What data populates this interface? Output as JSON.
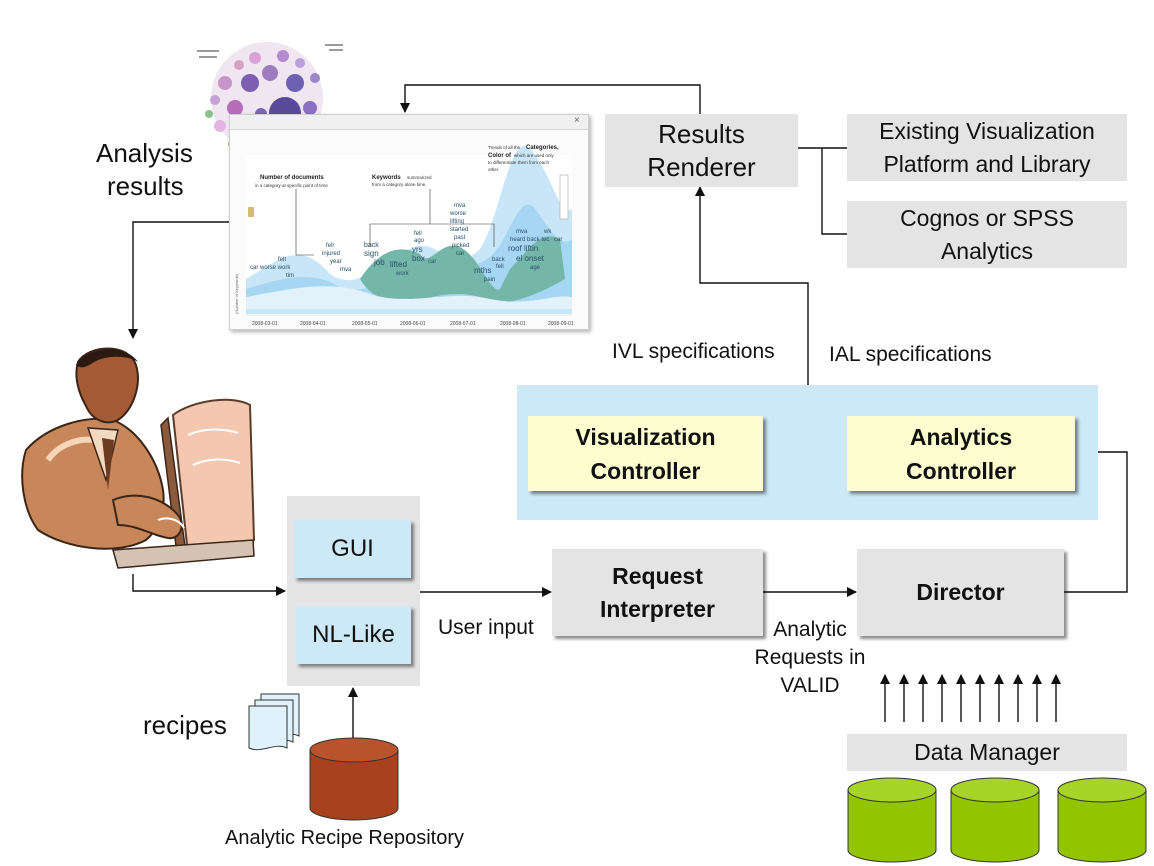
{
  "labels": {
    "analysis_results_1": "Analysis",
    "analysis_results_2": "results",
    "ivl_spec": "IVL specifications",
    "ial_spec": "IAL specifications",
    "user_input": "User input",
    "analytic_requests_1": "Analytic",
    "analytic_requests_2": "Requests in",
    "analytic_requests_3": "VALID",
    "recipes": "recipes",
    "repository": "Analytic Recipe Repository"
  },
  "boxes": {
    "results_renderer_1": "Results",
    "results_renderer_2": "Renderer",
    "existing_vis_1": "Existing Visualization",
    "existing_vis_2": "Platform and Library",
    "cognos_1": "Cognos or SPSS",
    "cognos_2": "Analytics",
    "vis_controller_1": "Visualization",
    "vis_controller_2": "Controller",
    "analytics_controller_1": "Analytics",
    "analytics_controller_2": "Controller",
    "gui": "GUI",
    "nl_like": "NL-Like",
    "request_interpreter_1": "Request",
    "request_interpreter_2": "Interpreter",
    "director": "Director",
    "data_manager": "Data Manager"
  },
  "screenshot": {
    "annotation_docs_1": "Number of documents",
    "annotation_docs_2": "in a category at specific point of time",
    "annotation_keywords_1": "Keywords",
    "annotation_keywords_2": "summarized",
    "annotation_keywords_3": "from a category alone time.",
    "annotation_trends_1": "Trends of all the",
    "annotation_trends_2": "Categories,",
    "annotation_trends_3": "Color of",
    "annotation_trends_4": "which are used only",
    "annotation_trends_5": "to differentiate them from each",
    "annotation_trends_6": "other.",
    "dates": [
      "2008-03-01",
      "2008-04-01",
      "2008-05-01",
      "2008-06-01",
      "2008-07-01",
      "2008-08-01",
      "2008-09-01"
    ],
    "y_axis": "(Number of Keywords)",
    "words": [
      "felt",
      "car worse work",
      "tim",
      "fell",
      "injured",
      "year",
      "mva",
      "back",
      "sign",
      "job",
      "lifted",
      "work",
      "fell",
      "ago",
      "yrs",
      "box",
      "car",
      "mva",
      "worse",
      "lifting",
      "started",
      "past",
      "picked",
      "car",
      "back",
      "fell",
      "mths",
      "pain",
      "mva",
      "heard back tec",
      "roof liftin",
      "el onset",
      "age",
      "wk",
      "car"
    ]
  },
  "colors": {
    "box_gray": "#e4e4e4",
    "light_blue_panel": "#cde8f7",
    "controller_yellow": "#fefdd0",
    "gui_blue": "#cde8f7",
    "repository_red": "#a9411e",
    "datastore_green": "#92c400"
  },
  "icons": {
    "person": "person-at-computer-icon",
    "recipes": "document-stack-icon",
    "repository": "database-cylinder-icon",
    "datastores": "database-cylinder-icon"
  }
}
